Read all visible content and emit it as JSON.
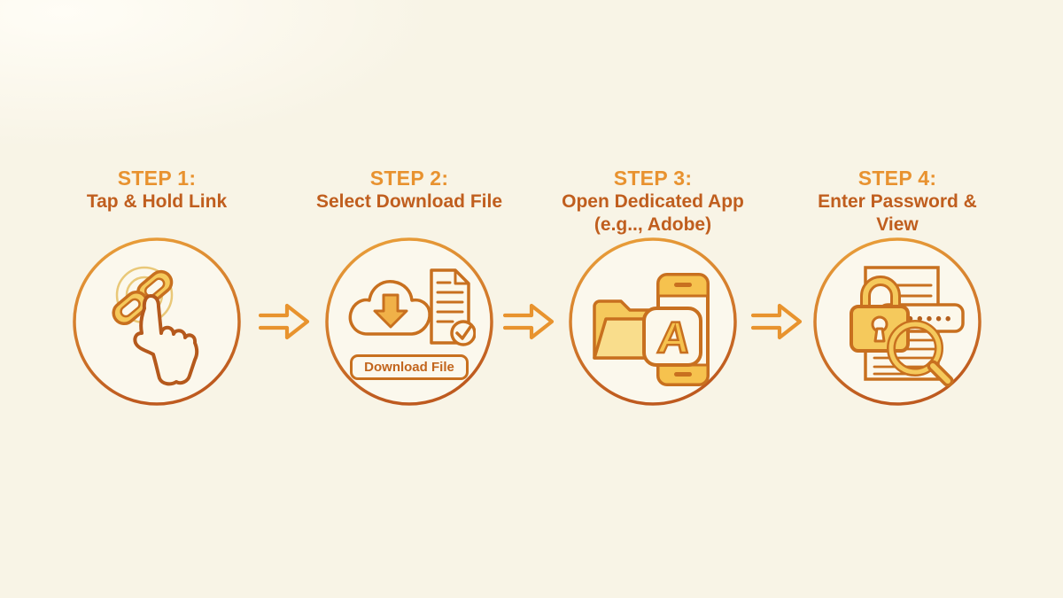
{
  "palette": {
    "background": "#f8f4e6",
    "circle_fill": "#fbf8ed",
    "circle_gradient_top": "#ECA33B",
    "circle_gradient_bottom": "#BE5A1F",
    "outline_orange": "#C8701F",
    "fill_yellow": "#F5C95C",
    "title_orange": "#E8922F",
    "subtitle_orange": "#C05E1E",
    "arrow_orange": "#E8932E"
  },
  "steps": [
    {
      "title": "STEP 1:",
      "subtitle_lines": [
        "Tap & Hold Link"
      ],
      "icon": "tap-hold-link-icon"
    },
    {
      "title": "STEP 2:",
      "subtitle_lines": [
        "Select Download File"
      ],
      "icon": "cloud-download-document-icon",
      "button_label": "Download File"
    },
    {
      "title": "STEP 3:",
      "subtitle_lines": [
        "Open Dedicated App",
        "(e.g.., Adobe)"
      ],
      "icon": "folder-phone-app-icon",
      "app_letter": "A"
    },
    {
      "title": "STEP 4:",
      "subtitle_lines": [
        "Enter Password &",
        "View"
      ],
      "icon": "lock-document-magnifier-icon",
      "password_dots": "•••••••"
    }
  ],
  "arrows": {
    "count": 3,
    "style": "outlined-right-arrow"
  }
}
